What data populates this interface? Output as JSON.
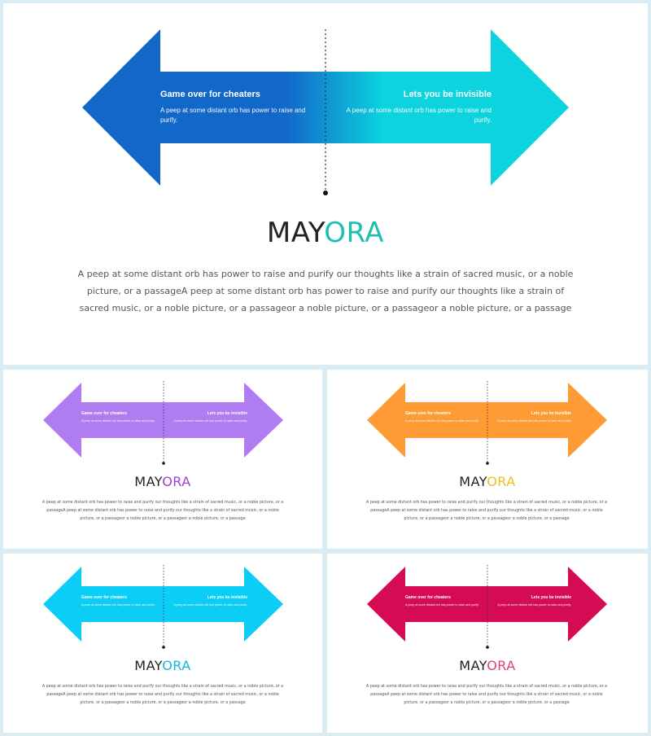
{
  "slides": [
    {
      "left_title": "Game over for cheaters",
      "left_text": "A peep at some distant orb has power to raise and purify.",
      "right_title": "Lets you be invisible",
      "right_text": "A peep at some distant orb has power to raise and purify.",
      "brand_a": "MAY",
      "brand_b": "ORA",
      "body": "A peep at some distant orb has power to raise and purify our thoughts like a strain of sacred music, or a noble picture, or a passageA peep at some distant orb has power to raise and purify our thoughts like a strain of sacred music, or a noble picture, or a passageor a noble picture, or a passageor a noble picture, or a passage",
      "color_left": "#1268c9",
      "color_right": "#0cd3de",
      "accent": "#1fbfae"
    },
    {
      "left_title": "Game over for cheaters",
      "left_text": "A peep at some distant orb has power to raise and purify.",
      "right_title": "Lets you be invisible",
      "right_text": "A peep at some distant orb has power to raise and purify.",
      "brand_a": "MAY",
      "brand_b": "ORA",
      "body": "A peep at some distant orb has power to raise and purify our thoughts like a strain of sacred music, or a noble picture, or a passageA peep at some distant orb has power to raise and purify our thoughts like a strain of sacred music, or a noble picture, or a passageor a noble picture, or a passageor a noble picture, or a passage",
      "color_left": "#b07cf2",
      "color_right": "#b07cf2",
      "accent": "#9a3fd8"
    },
    {
      "left_title": "Game over for cheaters",
      "left_text": "A peep at some distant orb has power to raise and purify.",
      "right_title": "Lets you be invisible",
      "right_text": "A peep at some distant orb has power to raise and purify.",
      "brand_a": "MAY",
      "brand_b": "ORA",
      "body": "A peep at some distant orb has power to raise and purify our thoughts like a strain of sacred music, or a noble picture, or a passageA peep at some distant orb has power to raise and purify our thoughts like a strain of sacred music, or a noble picture, or a passageor a noble picture, or a passageor a noble picture, or a passage",
      "color_left": "#ff9b34",
      "color_right": "#ff9b34",
      "accent": "#e8c320"
    },
    {
      "left_title": "Game over for cheaters",
      "left_text": "A peep at some distant orb has power to raise and purify.",
      "right_title": "Lets you be invisible",
      "right_text": "A peep at some distant orb has power to raise and purify.",
      "brand_a": "MAY",
      "brand_b": "ORA",
      "body": "A peep at some distant orb has power to raise and purify our thoughts like a strain of sacred music, or a noble picture, or a passageA peep at some distant orb has power to raise and purify our thoughts like a strain of sacred music, or a noble picture, or a passageor a noble picture, or a passageor a noble picture, or a passage",
      "color_left": "#0ccdf5",
      "color_right": "#0ccdf5",
      "accent": "#12b4e6"
    },
    {
      "left_title": "Game over for cheaters",
      "left_text": "A peep at some distant orb has power to raise and purify.",
      "right_title": "Lets you be invisible",
      "right_text": "A peep at some distant orb has power to raise and purify.",
      "brand_a": "MAY",
      "brand_b": "ORA",
      "body": "A peep at some distant orb has power to raise and purify our thoughts like a strain of sacred music, or a noble picture, or a passageA peep at some distant orb has power to raise and purify our thoughts like a strain of sacred music, or a noble picture, or a passageor a noble picture, or a passageor a noble picture, or a passage",
      "color_left": "#d50c54",
      "color_right": "#d50c54",
      "accent": "#e0407a"
    }
  ]
}
